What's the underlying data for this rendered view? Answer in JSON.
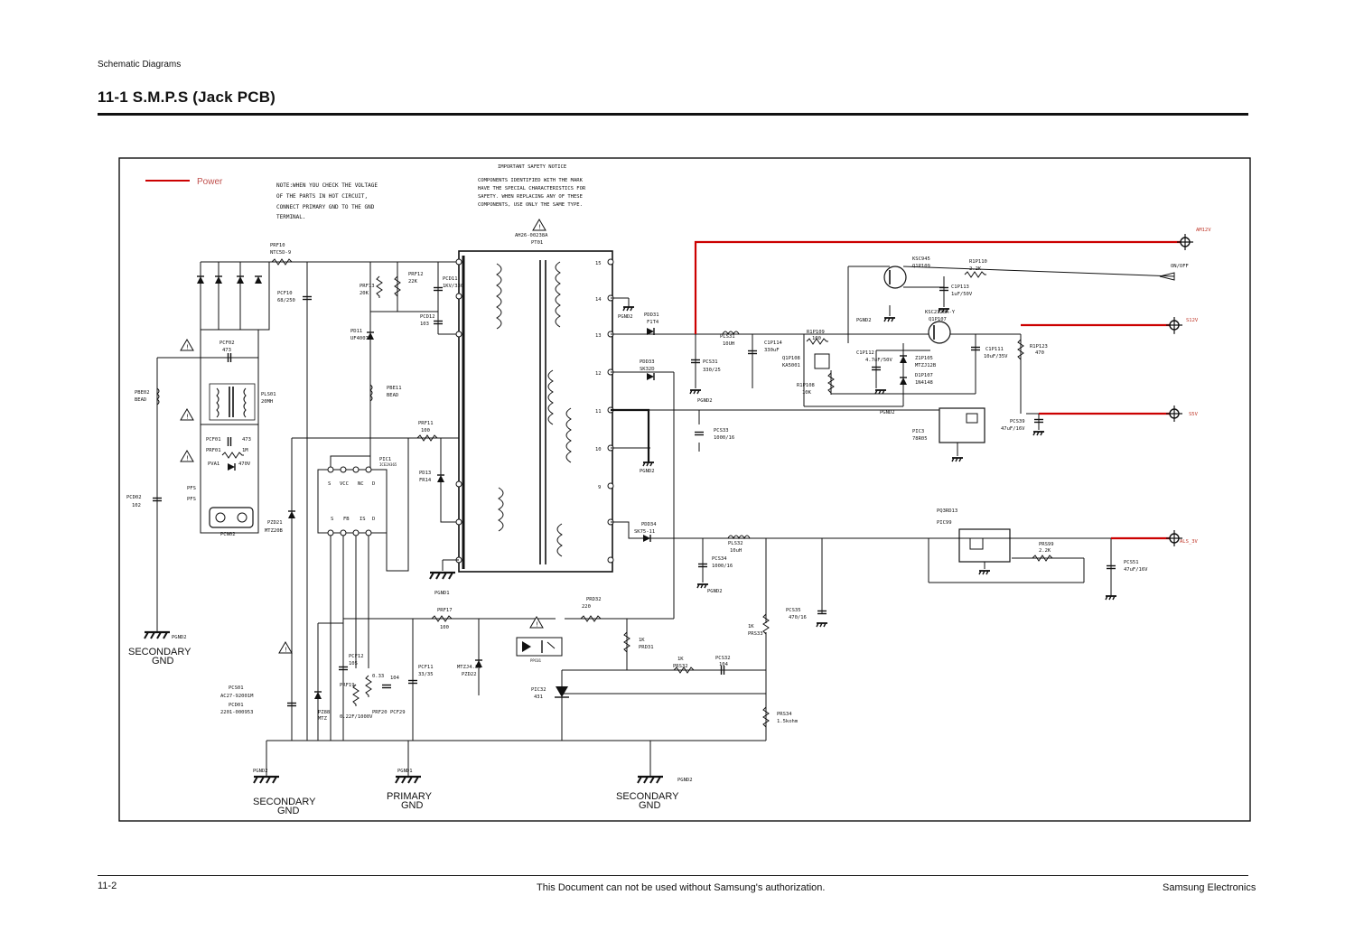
{
  "header": {
    "section": "Schematic Diagrams",
    "title": "11-1  S.M.P.S (Jack PCB)"
  },
  "footer": {
    "page": "11-2",
    "notice": "This Document can not be used without Samsung's authorization.",
    "brand": "Samsung Electronics"
  },
  "legend": {
    "label": "Power",
    "color": "#cc0000"
  },
  "notes": {
    "check_lines": [
      "NOTE:WHEN YOU CHECK THE VOLTAGE",
      "OF THE PARTS IN HOT CIRCUIT,",
      "CONNECT PRIMARY GND TO THE GND",
      "TERMINAL."
    ],
    "safety_title": "IMPORTANT SAFETY NOTICE",
    "safety_lines": [
      "COMPONENTS IDENTIFIED WITH THE MARK",
      "HAVE THE SPECIAL CHARACTERISTICS FOR",
      "SAFETY. WHEN REPLACING ANY OF THESE",
      "COMPONENTS, USE ONLY THE SAME TYPE."
    ]
  },
  "outputs": {
    "a12v": "AM12V",
    "onoff": "ON/OFF",
    "s12v": "S12V",
    "s5v": "S5V",
    "als3v": "ALS_3V"
  },
  "ground_labels": {
    "secondary_l1": "SECONDARY",
    "gnd": "GND",
    "primary_l1": "PRIMARY",
    "pgnd1": "PGND1",
    "pgnd2": "PGND2"
  },
  "components": {
    "transformer": [
      "AH26-00238A",
      "PT01"
    ],
    "prf10": [
      "PRF10",
      "NTC5D-9"
    ],
    "pcf02": [
      "PCF02",
      "473"
    ],
    "prf01": [
      "PRF01",
      "1M"
    ],
    "pva1": [
      "PVA1",
      "470V"
    ],
    "pls01": [
      "PLS01",
      "20MH"
    ],
    "pbe02": [
      "PBE02",
      "BEAD"
    ],
    "pcf01": [
      "PCF01",
      "473"
    ],
    "pcn02": "PCN02",
    "pcd02": [
      "PCD02",
      "102"
    ],
    "pfs": [
      "PFS",
      "PFS"
    ],
    "prf12": [
      "PRF12",
      "22K"
    ],
    "prf13": [
      "PRF13",
      "20K"
    ],
    "pcd11": [
      "PCD11",
      "1KV/330"
    ],
    "pcd12": [
      "PCD12",
      "103"
    ],
    "pd11": [
      "PD11",
      "UF4007"
    ],
    "pbe11": [
      "PBE11",
      "BEAD"
    ],
    "prf11": [
      "PRF11",
      "100"
    ],
    "pic1": [
      "PIC1",
      "ICE2A365"
    ],
    "pic1_top": [
      "S",
      "VCC",
      "NC",
      "D"
    ],
    "pic1_bot": [
      "S",
      "FB",
      "IS",
      "D"
    ],
    "pzd21": [
      "PZD21",
      "MTZ20B"
    ],
    "pd13": [
      "PD13",
      "FR14"
    ],
    "pdd31": [
      "PDD31",
      "F1T4"
    ],
    "pdd33": [
      "PDD33",
      "SK32D"
    ],
    "pdd34": [
      "PDD34",
      "SK75-11"
    ],
    "pls31": [
      "PLS31",
      "10UH"
    ],
    "pcs31": [
      "PCS31",
      "330/25"
    ],
    "pcs33": [
      "PCS33",
      "1000/16"
    ],
    "pcs34": [
      "PCS34",
      "1000/16"
    ],
    "pls32": [
      "PLS32",
      "10uH"
    ],
    "pcs35": [
      "PCS35",
      "470/16"
    ],
    "c1p114": [
      "C1P114",
      "330uF"
    ],
    "r1p109": [
      "R1P109",
      "100"
    ],
    "q1p108": [
      "Q1P108",
      "KA5001"
    ],
    "r1p108": [
      "R1P108",
      "10K"
    ],
    "c1p112": [
      "C1P112",
      "4.7uF/50V"
    ],
    "z1p105": [
      "Z1P105",
      "MTZJ12B"
    ],
    "d1p107": [
      "D1P107",
      "1N4148"
    ],
    "ksc945": [
      "KSC945",
      "Q1P109"
    ],
    "r1p110": [
      "R1P110",
      "2.2K"
    ],
    "c1p113": [
      "C1P113",
      "1uF/50V"
    ],
    "ksc2328": [
      "KSC2328A-Y",
      "Q1P107"
    ],
    "c1p111": [
      "C1P111",
      "10uF/35V"
    ],
    "r1p123": [
      "R1P123",
      "470"
    ],
    "pic3": [
      "PIC3",
      "78R05"
    ],
    "pcs39": [
      "PCS39",
      "47uF/16V"
    ],
    "pic99": [
      "PQ3RD13",
      "PIC99"
    ],
    "prs99": [
      "PRS99",
      "2.2K"
    ],
    "pcs51": [
      "PCS51",
      "47uF/16V"
    ],
    "prf17": [
      "PRF17",
      "100"
    ],
    "prd32": [
      "PRD32",
      "220"
    ],
    "prd31": [
      "1K",
      "PRD31"
    ],
    "prs32": [
      "1K",
      "PRS32"
    ],
    "pcs32": [
      "PCS32",
      "104"
    ],
    "prs33": [
      "1K",
      "PRS33"
    ],
    "prs34": [
      "PRS34",
      "1.5kohm"
    ],
    "pic32": [
      "PIC32",
      "431"
    ],
    "pc01": "PPC01",
    "pzd22": [
      "MTZJ4.3B",
      "PZD22"
    ],
    "pcf11": [
      "PCF11",
      "33/35"
    ],
    "pcf12": [
      "PCF12",
      "105"
    ],
    "pcf29": [
      "104",
      "PCF29"
    ],
    "prf20": [
      "0.33",
      "PRF20"
    ],
    "prf19": [
      "0.22F/1000V",
      "PRF19"
    ],
    "pcs01": [
      "PCS01",
      "AC27-92001M"
    ],
    "pcd01": [
      "PCD01",
      "2201-000953"
    ],
    "pz88": [
      "PZ88",
      "MTZ"
    ],
    "pin_labels": [
      "15",
      "14",
      "13",
      "12",
      "11",
      "10",
      "9"
    ]
  }
}
